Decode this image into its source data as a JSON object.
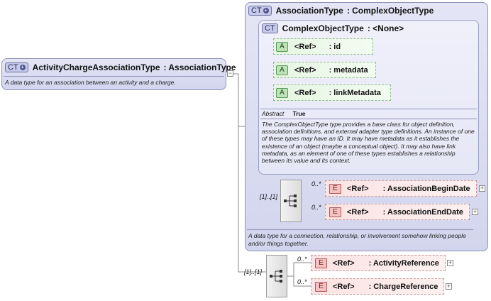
{
  "root": {
    "badge": "CT",
    "name": "ActivityChargeAssociationType",
    "type": ": AssociationType",
    "documentation": "A data type for an association between an activity and a charge."
  },
  "association_type": {
    "badge": "CT",
    "name": "AssociationType",
    "type": ": ComplexObjectType",
    "documentation": "A data type for a connection, relationship, or involvement somehow linking people and/or things together.",
    "sequence_occurrence": "[1]..[1]",
    "elements": [
      {
        "badge": "E",
        "ref": "<Ref>",
        "name": ": AssociationBeginDate",
        "occurrence": "0..*"
      },
      {
        "badge": "E",
        "ref": "<Ref>",
        "name": ": AssociationEndDate",
        "occurrence": "0..*"
      }
    ]
  },
  "complex_object_type": {
    "badge": "CT",
    "name": "ComplexObjectType",
    "type": ": <None>",
    "attributes": [
      {
        "badge": "A",
        "ref": "<Ref>",
        "name": ": id"
      },
      {
        "badge": "A",
        "ref": "<Ref>",
        "name": ": metadata"
      },
      {
        "badge": "A",
        "ref": "<Ref>",
        "name": ": linkMetadata"
      }
    ],
    "abstract_label": "Abstract",
    "abstract_value": "True",
    "documentation": "The ComplexObjectType type provides a base class for object definition, association definitions, and external adapter type definitions. An instance of one of these types may have an ID. It may have metadata as it establishes the existence of an object (maybe a conceptual object). It may also have link metadata, as an element of one of these types establishes a relationship between its value and its context."
  },
  "own_sequence": {
    "occurrence": "[1]..[1]",
    "elements": [
      {
        "badge": "E",
        "ref": "<Ref>",
        "name": ": ActivityReference",
        "occurrence": "0..*"
      },
      {
        "badge": "E",
        "ref": "<Ref>",
        "name": ": ChargeReference",
        "occurrence": "0..*"
      }
    ]
  },
  "icons": {
    "collapse": "minus-icon",
    "expand": "plus-icon",
    "sequence": "sequence-compositor-icon"
  },
  "colors": {
    "complex_type_fill": "#d3d5ee",
    "attribute_fill": "#e6f6e2",
    "element_fill": "#fbe3e3"
  }
}
